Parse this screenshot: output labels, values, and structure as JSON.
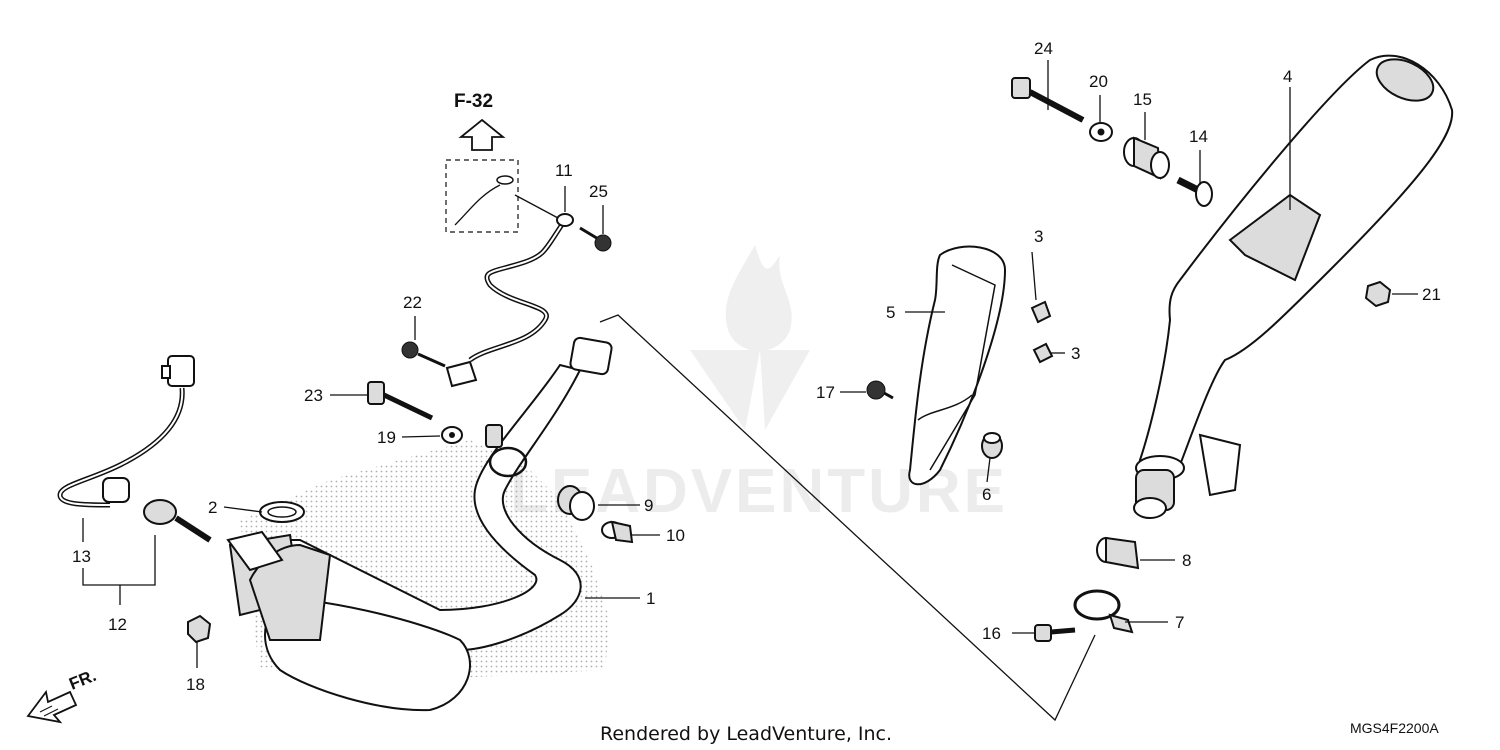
{
  "diagram": {
    "reference": "F-32",
    "front_label": "FR.",
    "watermark": "LEADVENTURE",
    "footer": "Rendered by LeadVenture, Inc.",
    "diagram_code": "MGS4F2200A"
  },
  "callouts": [
    {
      "num": "1"
    },
    {
      "num": "2"
    },
    {
      "num": "3"
    },
    {
      "num": "3"
    },
    {
      "num": "4"
    },
    {
      "num": "5"
    },
    {
      "num": "6"
    },
    {
      "num": "7"
    },
    {
      "num": "8"
    },
    {
      "num": "9"
    },
    {
      "num": "10"
    },
    {
      "num": "11"
    },
    {
      "num": "12"
    },
    {
      "num": "13"
    },
    {
      "num": "14"
    },
    {
      "num": "15"
    },
    {
      "num": "16"
    },
    {
      "num": "17"
    },
    {
      "num": "18"
    },
    {
      "num": "19"
    },
    {
      "num": "20"
    },
    {
      "num": "21"
    },
    {
      "num": "22"
    },
    {
      "num": "23"
    },
    {
      "num": "24"
    },
    {
      "num": "25"
    }
  ]
}
